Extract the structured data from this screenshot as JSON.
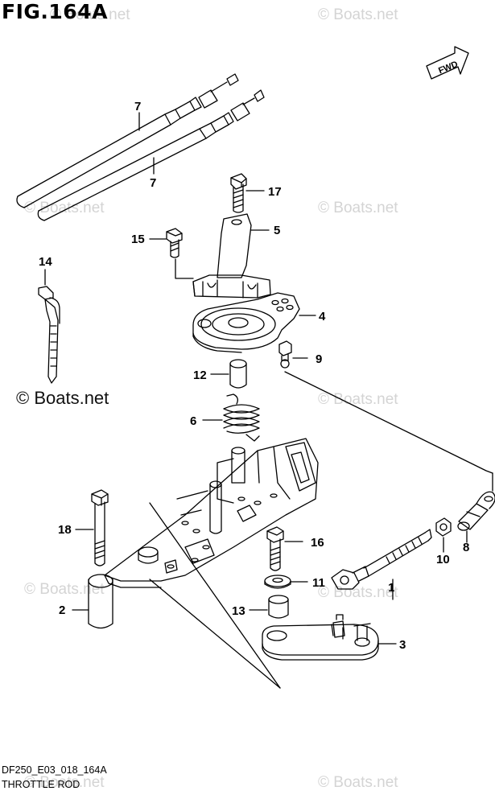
{
  "figure": {
    "title": "FIG.164A",
    "code": "DF250_E03_018_164A",
    "name": "THROTTLE ROD"
  },
  "forward_arrow": {
    "label": "FWD"
  },
  "watermark": {
    "text": "© Boats.net",
    "main": "© Boats.net"
  },
  "callouts": [
    {
      "id": "7a",
      "label": "7"
    },
    {
      "id": "7b",
      "label": "7"
    },
    {
      "id": "17",
      "label": "17"
    },
    {
      "id": "5",
      "label": "5"
    },
    {
      "id": "15",
      "label": "15"
    },
    {
      "id": "14",
      "label": "14"
    },
    {
      "id": "4",
      "label": "4"
    },
    {
      "id": "9",
      "label": "9"
    },
    {
      "id": "12",
      "label": "12"
    },
    {
      "id": "6",
      "label": "6"
    },
    {
      "id": "18",
      "label": "18"
    },
    {
      "id": "16",
      "label": "16"
    },
    {
      "id": "8",
      "label": "8"
    },
    {
      "id": "10",
      "label": "10"
    },
    {
      "id": "11",
      "label": "11"
    },
    {
      "id": "1",
      "label": "1"
    },
    {
      "id": "2",
      "label": "2"
    },
    {
      "id": "13",
      "label": "13"
    },
    {
      "id": "3",
      "label": "3"
    }
  ],
  "colors": {
    "line": "#000000",
    "watermark": "#d4d4d4",
    "background": "#ffffff"
  }
}
